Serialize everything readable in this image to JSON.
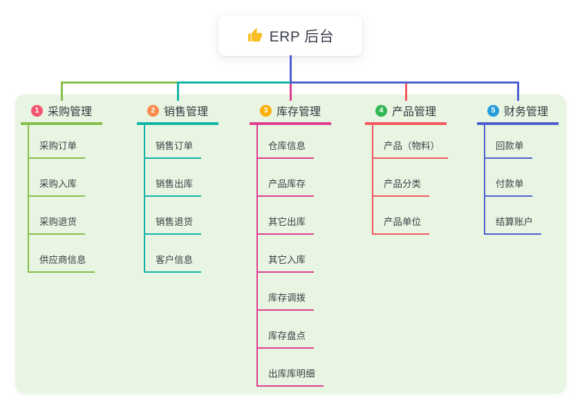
{
  "root": {
    "label": "ERP 后台",
    "icon": "thumbs-up-icon",
    "icon_color": "#f9bd25"
  },
  "colors": {
    "panel_background": "#e8f5e2",
    "stem": "#4c5ecf",
    "root_text": "#3b3f4d",
    "branch_title_text": "#33373e",
    "child_text": "#3b4046"
  },
  "branches": [
    {
      "badge": "1",
      "title": "采购管理",
      "badge_color": "#f2566e",
      "line_color": "#85bd4a",
      "children": [
        "采购订单",
        "采购入库",
        "采购退货",
        "供应商信息"
      ]
    },
    {
      "badge": "2",
      "title": "销售管理",
      "badge_color": "#f98b4a",
      "line_color": "#0fb3a5",
      "children": [
        "销售订单",
        "销售出库",
        "销售退货",
        "客户信息"
      ]
    },
    {
      "badge": "3",
      "title": "库存管理",
      "badge_color": "#fdae03",
      "line_color": "#de3c90",
      "children": [
        "仓库信息",
        "产品库存",
        "其它出库",
        "其它入库",
        "库存调拨",
        "库存盘点",
        "出库库明细"
      ]
    },
    {
      "badge": "4",
      "title": "产品管理",
      "badge_color": "#2fb551",
      "line_color": "#f4575e",
      "children": [
        "产品（物料）",
        "产品分类",
        "产品单位"
      ]
    },
    {
      "badge": "5",
      "title": "财务管理",
      "badge_color": "#249bd9",
      "line_color": "#4c5ecf",
      "children": [
        "回款单",
        "付款单",
        "结算账户"
      ]
    }
  ]
}
